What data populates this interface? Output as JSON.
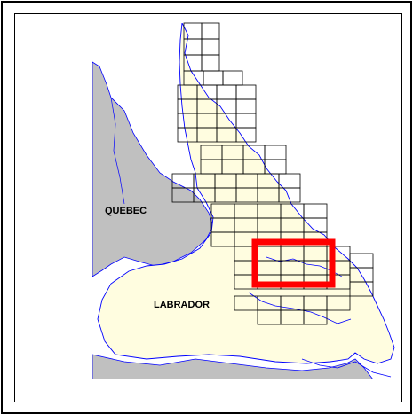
{
  "map": {
    "labels": {
      "quebec": "QUEBEC",
      "labrador": "LABRADOR"
    },
    "colors": {
      "land_labrador": "#fffde0",
      "land_quebec": "#c0c0c0",
      "water_ocean": "#ffffff",
      "coastline": "#0000ff",
      "grid_lines": "#000000",
      "highlight": "#ff0000"
    },
    "highlight_region": "coastal-labrador-map-sheets"
  }
}
